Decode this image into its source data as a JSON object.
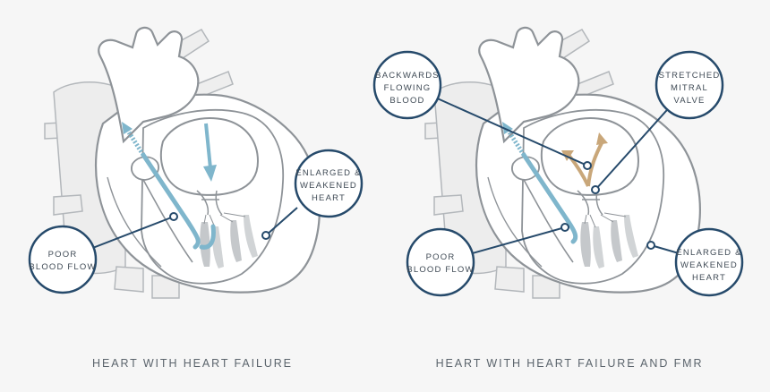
{
  "colors": {
    "background": "#f6f6f6",
    "outline": "#8e9398",
    "callout_line": "#264a6b",
    "flow_blue": "#7fb6cc",
    "flow_tan": "#c9a77a",
    "muscle_gray": "#c5c8cb"
  },
  "panels": [
    {
      "caption": "HEART WITH HEART FAILURE",
      "callouts": [
        {
          "lines": [
            "POOR",
            "BLOOD FLOW"
          ]
        },
        {
          "lines": [
            "ENLARGED &",
            "WEAKENED",
            "HEART"
          ]
        }
      ]
    },
    {
      "caption": "HEART WITH HEART FAILURE AND FMR",
      "callouts": [
        {
          "lines": [
            "BACKWARDS",
            "FLOWING",
            "BLOOD"
          ]
        },
        {
          "lines": [
            "STRETCHED",
            "MITRAL",
            "VALVE"
          ]
        },
        {
          "lines": [
            "POOR",
            "BLOOD FLOW"
          ]
        },
        {
          "lines": [
            "ENLARGED &",
            "WEAKENED",
            "HEART"
          ]
        }
      ]
    }
  ],
  "icons": {
    "flow_arrow": "dashed-arrow-icon",
    "pointer_dot": "pointer-dot-icon"
  }
}
